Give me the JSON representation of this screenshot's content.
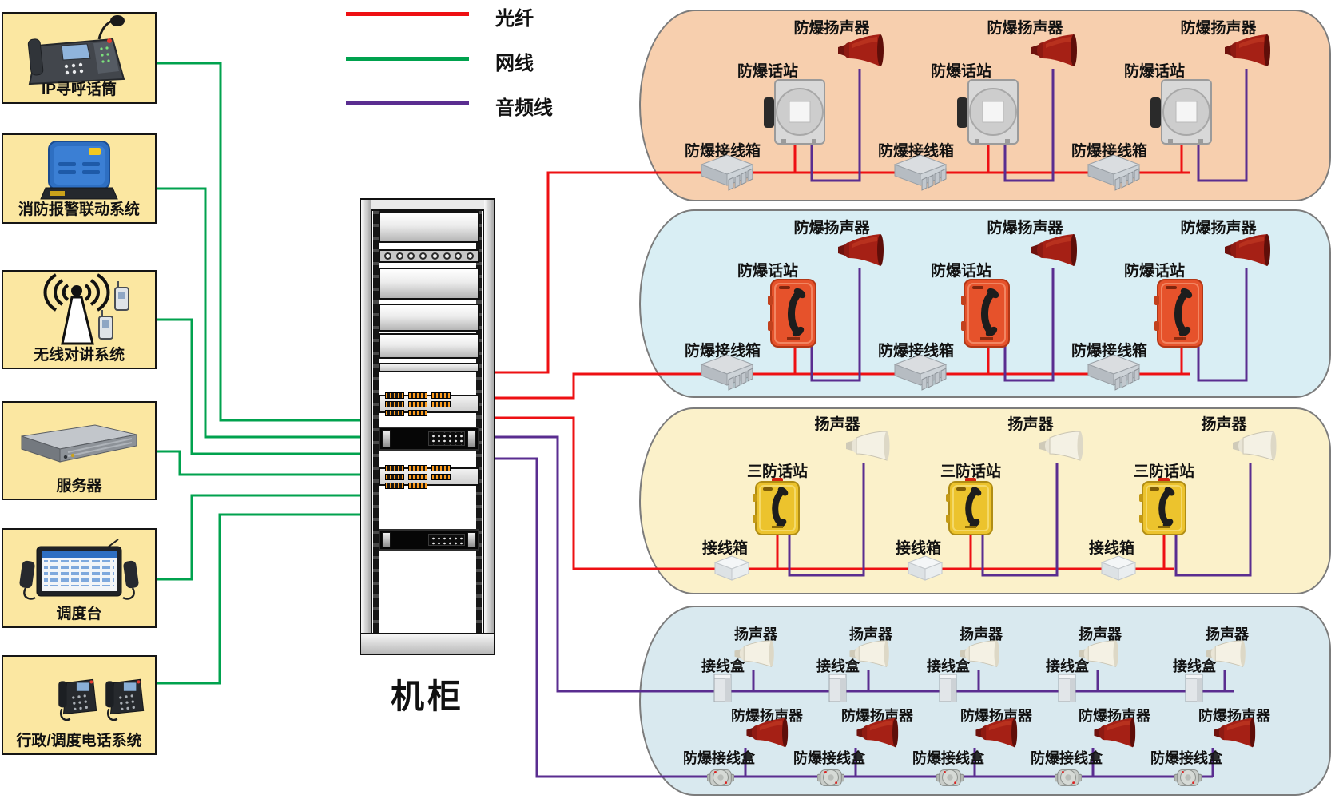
{
  "legend": {
    "items": [
      {
        "label": "光纤",
        "color": "#ee1013"
      },
      {
        "label": "网线",
        "color": "#00a24e"
      },
      {
        "label": "音频线",
        "color": "#5a2d90"
      }
    ]
  },
  "left_panel": {
    "boxes": [
      {
        "label": "IP寻呼话筒",
        "icon": "ip-paging-microphone"
      },
      {
        "label": "消防报警联动系统",
        "icon": "fire-alarm-linkage-unit"
      },
      {
        "label": "无线对讲系统",
        "icon": "wireless-intercom"
      },
      {
        "label": "服务器",
        "icon": "server"
      },
      {
        "label": "调度台",
        "icon": "dispatch-console"
      },
      {
        "label": "行政/调度电话系统",
        "icon": "admin-dispatch-phones"
      }
    ]
  },
  "rack": {
    "label": "机柜"
  },
  "zones": [
    {
      "name": "explosion-proof-area-1",
      "bg": "#f7cfae",
      "groups": [
        {
          "speaker": "防爆扬声器",
          "phone": "防爆话站",
          "junction": "防爆接线箱"
        },
        {
          "speaker": "防爆扬声器",
          "phone": "防爆话站",
          "junction": "防爆接线箱"
        },
        {
          "speaker": "防爆扬声器",
          "phone": "防爆话站",
          "junction": "防爆接线箱"
        }
      ]
    },
    {
      "name": "explosion-proof-area-2",
      "bg": "#d9eef4",
      "groups": [
        {
          "speaker": "防爆扬声器",
          "phone": "防爆话站",
          "junction": "防爆接线箱"
        },
        {
          "speaker": "防爆扬声器",
          "phone": "防爆话站",
          "junction": "防爆接线箱"
        },
        {
          "speaker": "防爆扬声器",
          "phone": "防爆话站",
          "junction": "防爆接线箱"
        }
      ]
    },
    {
      "name": "tri-proof-area",
      "bg": "#fbf1ca",
      "groups": [
        {
          "speaker": "扬声器",
          "phone": "三防话站",
          "junction": "接线箱"
        },
        {
          "speaker": "扬声器",
          "phone": "三防话站",
          "junction": "接线箱"
        },
        {
          "speaker": "扬声器",
          "phone": "三防话站",
          "junction": "接线箱"
        }
      ]
    },
    {
      "name": "broadcast-area",
      "bg": "#d9e9ef",
      "top_row": [
        {
          "junction": "接线盒",
          "speaker": "扬声器"
        },
        {
          "junction": "接线盒",
          "speaker": "扬声器"
        },
        {
          "junction": "接线盒",
          "speaker": "扬声器"
        },
        {
          "junction": "接线盒",
          "speaker": "扬声器"
        },
        {
          "junction": "接线盒",
          "speaker": "扬声器"
        }
      ],
      "bottom_row": [
        {
          "speaker": "防爆扬声器",
          "junction": "防爆接线盒"
        },
        {
          "speaker": "防爆扬声器",
          "junction": "防爆接线盒"
        },
        {
          "speaker": "防爆扬声器",
          "junction": "防爆接线盒"
        },
        {
          "speaker": "防爆扬声器",
          "junction": "防爆接线盒"
        },
        {
          "speaker": "防爆扬声器",
          "junction": "防爆接线盒"
        }
      ]
    }
  ]
}
